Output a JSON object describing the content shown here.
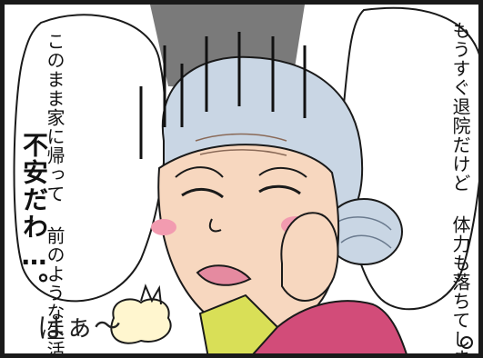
{
  "panel": {
    "speech_right": "もうすぐ退院だけど\n体力も落ちてしまったわ。",
    "speech_left": "このまま家に帰って\n前のような生活が\nできるかしら…。",
    "shout": "不安だわ…。",
    "sigh": "はぁ〜",
    "colors": {
      "skin": "#f7d7bf",
      "hair": "#c9d6e4",
      "cheek": "#f29bb0",
      "collar": "#d9df57",
      "cardigan": "#d24c79"
    }
  }
}
